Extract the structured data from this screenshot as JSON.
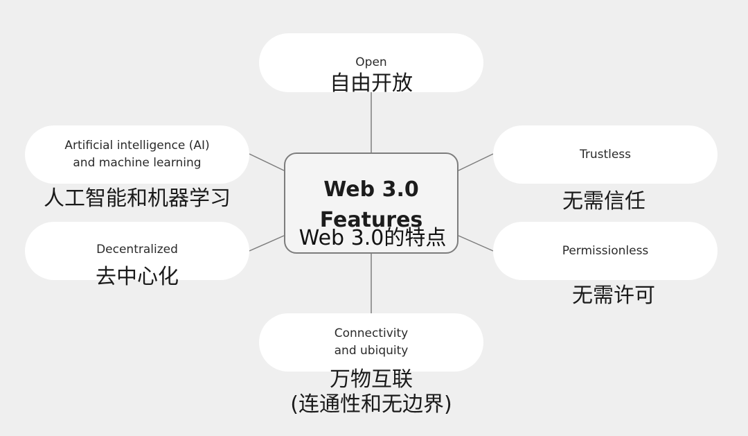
{
  "center": {
    "title": "Web 3.0\nFeatures",
    "subtitle_cn": "Web 3.0的特点"
  },
  "nodes": {
    "open": {
      "en": "Open",
      "cn": "自由开放"
    },
    "ai": {
      "en": "Artificial intelligence (AI)\nand machine learning",
      "cn": "人工智能和机器学习"
    },
    "trustless": {
      "en": "Trustless",
      "cn": "无需信任"
    },
    "decentralized": {
      "en": "Decentralized",
      "cn": "去中心化"
    },
    "permissionless": {
      "en": "Permissionless",
      "cn": "无需许可"
    },
    "connectivity": {
      "en": "Connectivity\nand ubiquity",
      "cn": "万物互联\n(连通性和无边界)"
    }
  },
  "colors": {
    "background": "#efefef",
    "node": "#ffffff",
    "connector": "#7c7c7c"
  }
}
